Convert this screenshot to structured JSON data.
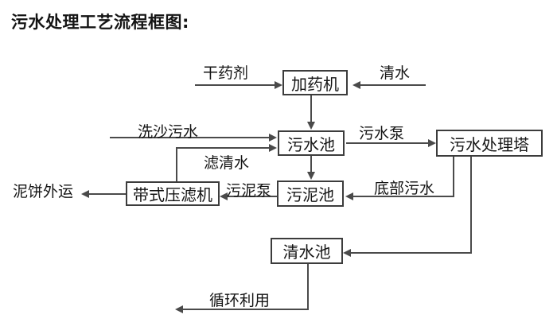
{
  "title": "污水处理工艺流程框图:",
  "nodes": {
    "dosing_machine": "加药机",
    "sewage_pool": "污水池",
    "treatment_tower": "污水处理塔",
    "sludge_pool": "污泥池",
    "belt_filter_press": "带式压滤机",
    "clean_water_pool": "清水池"
  },
  "edge_labels": {
    "dry_agent": "干药剂",
    "clean_water": "清水",
    "sand_washing_sewage": "洗沙污水",
    "filtered_water": "滤清水",
    "sewage_pump": "污水泵",
    "bottom_sewage": "底部污水",
    "sludge_pump": "污泥泵",
    "mud_cake_out": "泥饼外运",
    "recycle_use": "循环利用"
  },
  "colors": {
    "line": "#4a4a4a",
    "border": "#3c3c3c",
    "text": "#141414",
    "background": "#ffffff"
  }
}
